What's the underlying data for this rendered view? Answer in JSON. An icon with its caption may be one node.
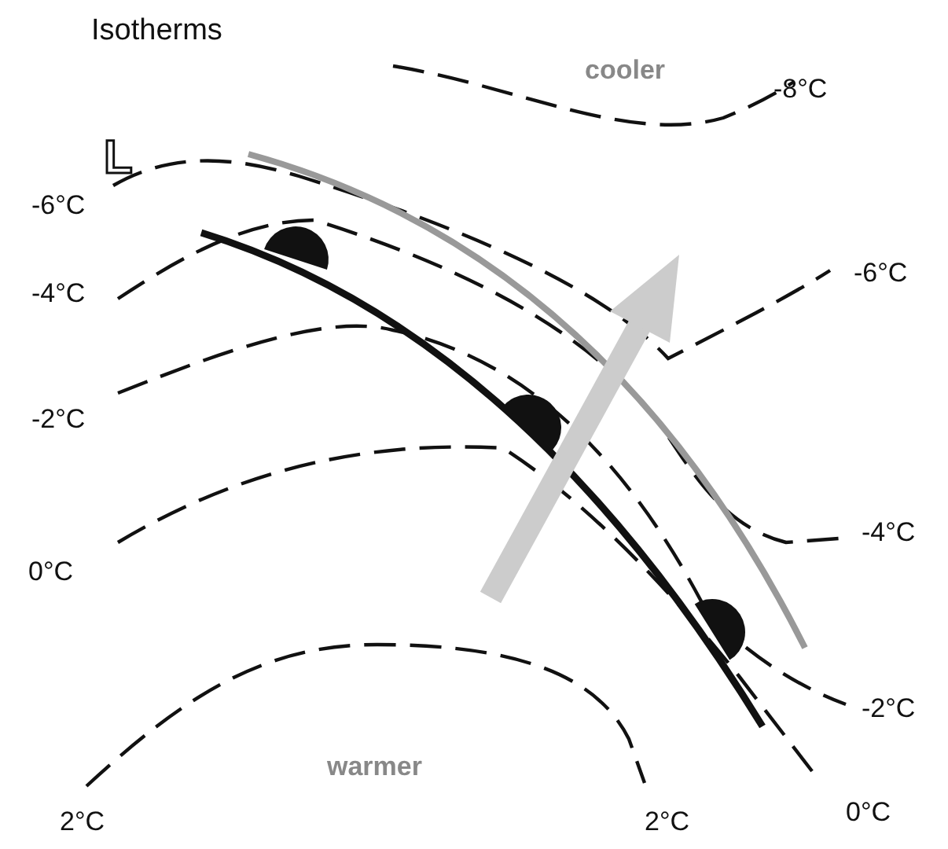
{
  "diagram": {
    "title": "Isotherms",
    "labels": [
      "cooler",
      "-8°C",
      "L",
      "-6°C",
      "-6°C",
      "-4°C",
      "-2°C",
      "-4°C",
      "0°C",
      "-2°C",
      "warmer",
      "2°C",
      "2°C",
      "0°C"
    ]
  }
}
